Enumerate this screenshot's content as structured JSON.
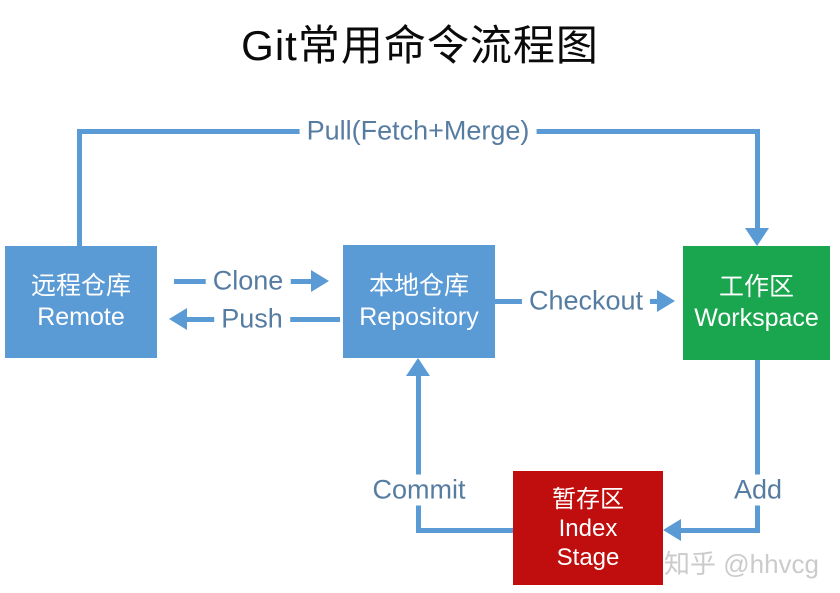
{
  "title": "Git常用命令流程图",
  "nodes": [
    {
      "id": "remote",
      "label_zh": "远程仓库",
      "label_en": "Remote",
      "color": "#5B9BD5"
    },
    {
      "id": "repository",
      "label_zh": "本地仓库",
      "label_en": "Repository",
      "color": "#5B9BD5"
    },
    {
      "id": "workspace",
      "label_zh": "工作区",
      "label_en": "Workspace",
      "color": "#1AA64E"
    },
    {
      "id": "index",
      "label_zh": "暂存区",
      "label_en": "Index",
      "label_en2": "Stage",
      "color": "#C00D0D"
    }
  ],
  "edges": [
    {
      "id": "pull",
      "label": "Pull(Fetch+Merge)",
      "from": "remote",
      "to": "workspace"
    },
    {
      "id": "clone",
      "label": "Clone",
      "from": "remote",
      "to": "repository"
    },
    {
      "id": "push",
      "label": "Push",
      "from": "repository",
      "to": "remote"
    },
    {
      "id": "checkout",
      "label": "Checkout",
      "from": "repository",
      "to": "workspace"
    },
    {
      "id": "commit",
      "label": "Commit",
      "from": "index",
      "to": "repository"
    },
    {
      "id": "add",
      "label": "Add",
      "from": "workspace",
      "to": "index"
    }
  ],
  "colors": {
    "line": "#5B9BD5",
    "edge_label_text": "#567CA2",
    "node_blue": "#5B9BD5",
    "node_green": "#1AA64E",
    "node_red": "#C00D0D",
    "title_text": "#0A0A0A",
    "watermark_text": "#CBCBCB"
  },
  "watermark": "知乎 @hhvcg"
}
